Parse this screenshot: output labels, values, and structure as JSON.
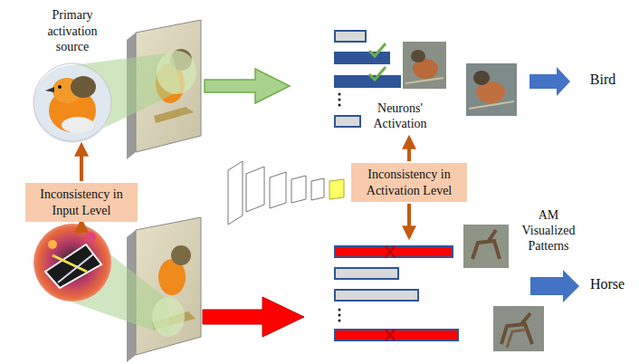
{
  "diagram": {
    "nodes": [
      {
        "text": [
          "Primary activation source"
        ]
      },
      {
        "text": [
          "Inconsistency in Input Level"
        ]
      },
      {
        "text": [
          "Inconsistency in Activation Level"
        ]
      }
    ],
    "edges": [
      {
        "from": 1,
        "to": 0,
        "arrow": "to"
      }
    ],
    "labels": [
      "Neurons' Activation",
      "Bird",
      "AM Visualized Patterns",
      "Horse"
    ]
  }
}
